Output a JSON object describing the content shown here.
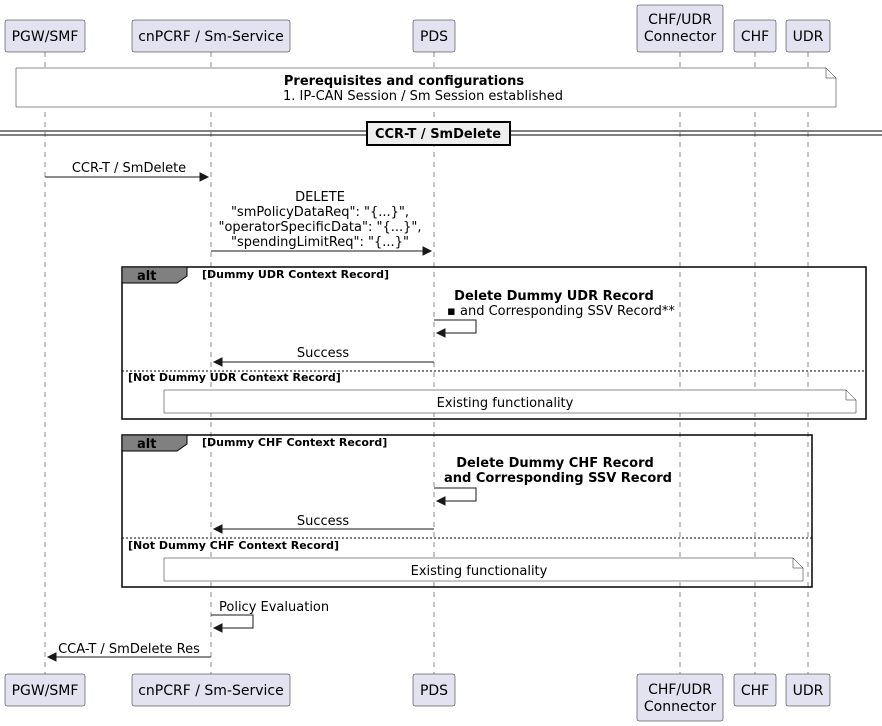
{
  "participants": {
    "pgw": {
      "label": "PGW/SMF"
    },
    "cnpcrf": {
      "label": "cnPCRF / Sm-Service"
    },
    "pds": {
      "label": "PDS"
    },
    "connector": {
      "line1": "CHF/UDR",
      "line2": "Connector"
    },
    "chf": {
      "label": "CHF"
    },
    "udr": {
      "label": "UDR"
    }
  },
  "prereq_note": {
    "title": "Prerequisites and configurations",
    "line1": "1. IP-CAN Session / Sm Session established"
  },
  "divider": {
    "label": "CCR-T / SmDelete"
  },
  "messages": {
    "ccr": "CCR-T / SmDelete",
    "delete_l1": "DELETE",
    "delete_l2": "\"smPolicyDataReq\": \"{...}\",",
    "delete_l3": "\"operatorSpecificData\": \"{...}\",",
    "delete_l4": "\"spendingLimitReq\": \"{...}\"",
    "udr_self_l1": "Delete Dummy UDR Record",
    "udr_self_l2": "▪ and Corresponding SSV Record**",
    "udr_success": "Success",
    "chf_self_l1": "Delete Dummy CHF Record",
    "chf_self_l2": "and Corresponding SSV Record",
    "chf_success": "Success",
    "policy_eval": "Policy Evaluation",
    "cca": "CCA-T / SmDelete Res"
  },
  "alt_udr": {
    "keyword": "alt",
    "guard1": "[Dummy UDR Context Record]",
    "guard2": "[Not Dummy UDR Context Record]",
    "note": "Existing functionality"
  },
  "alt_chf": {
    "keyword": "alt",
    "guard1": "[Dummy CHF Context Record]",
    "guard2": "[Not Dummy CHF Context Record]",
    "note": "Existing functionality"
  }
}
